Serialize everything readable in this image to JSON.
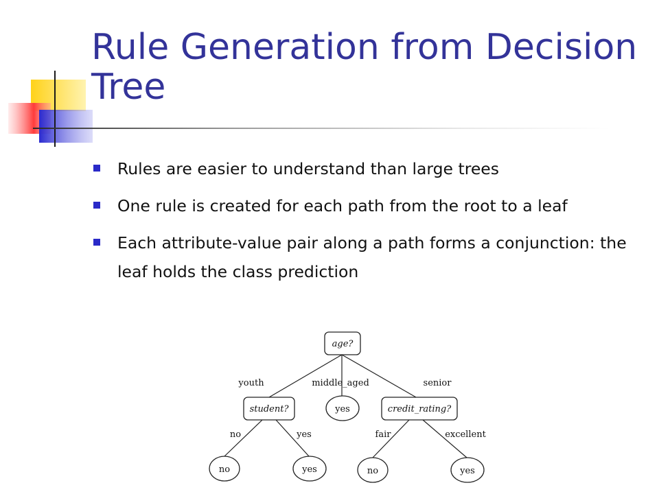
{
  "slide": {
    "title": "Rule Generation from Decision Tree",
    "bullets": [
      "Rules are easier to understand than large trees",
      "One rule is created for each path from the root to a leaf",
      "Each attribute-value pair along a path forms a conjunction: the leaf holds the class prediction"
    ]
  },
  "tree": {
    "root": "age?",
    "branches": {
      "youth": "youth",
      "middle_aged": "middle_aged",
      "senior": "senior"
    },
    "student_node": "student?",
    "credit_node": "credit_rating?",
    "middle_leaf": "yes",
    "student_branches": {
      "no": "no",
      "yes": "yes"
    },
    "student_leaves": {
      "no": "no",
      "yes": "yes"
    },
    "credit_branches": {
      "fair": "fair",
      "excellent": "excellent"
    },
    "credit_leaves": {
      "fair": "no",
      "excellent": "yes"
    }
  },
  "colors": {
    "title": "#333399",
    "bullet": "#2a2ac8",
    "deco_yellow": "#ffcc00",
    "deco_red": "#ff3333",
    "deco_blue": "#3333cc"
  }
}
